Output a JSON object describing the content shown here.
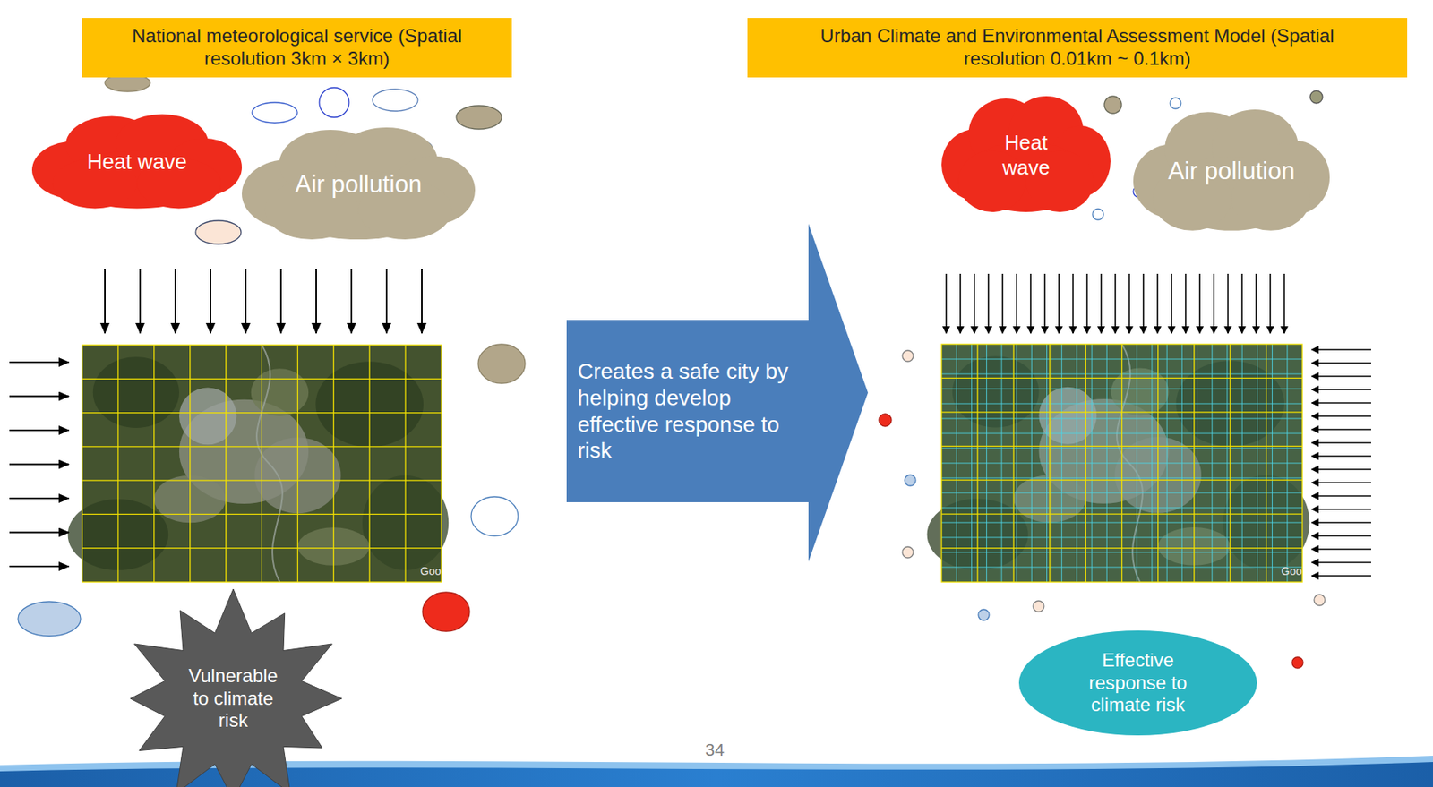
{
  "diagram": {
    "nodes": [
      {
        "text": [
          "National meteorological service (Spatial resolution 3km × 3km)"
        ]
      },
      {
        "text": [
          "Urban Climate and Environmental Assessment Model (Spatial resolution 0.01km ~ 0.1km)"
        ]
      },
      {
        "text": [
          "Heat wave"
        ]
      },
      {
        "text": [
          "Air pollution"
        ]
      },
      {
        "text": [
          "Creates a safe city by helping develop effective response to risk"
        ]
      },
      {
        "text": [
          "Heat wave"
        ]
      },
      {
        "text": [
          "Air pollution"
        ]
      },
      {
        "text": [
          "Vulnerable to climate risk"
        ]
      },
      {
        "text": [
          "Effective response to climate risk"
        ]
      }
    ],
    "labels": [
      "Goo",
      "Goo",
      "34"
    ]
  }
}
